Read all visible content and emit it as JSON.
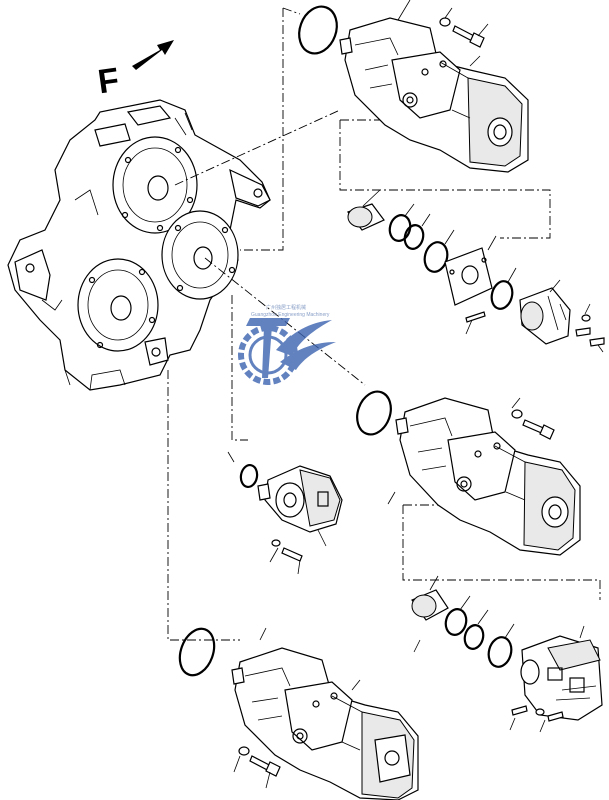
{
  "diagram": {
    "direction_label": "F",
    "watermark_text_line1": "广州独居工程机械",
    "watermark_text_line2": "Guangzhou Engineering Machinery",
    "colors": {
      "line": "#000000",
      "background": "#ffffff",
      "watermark": "#3b63b0"
    }
  }
}
